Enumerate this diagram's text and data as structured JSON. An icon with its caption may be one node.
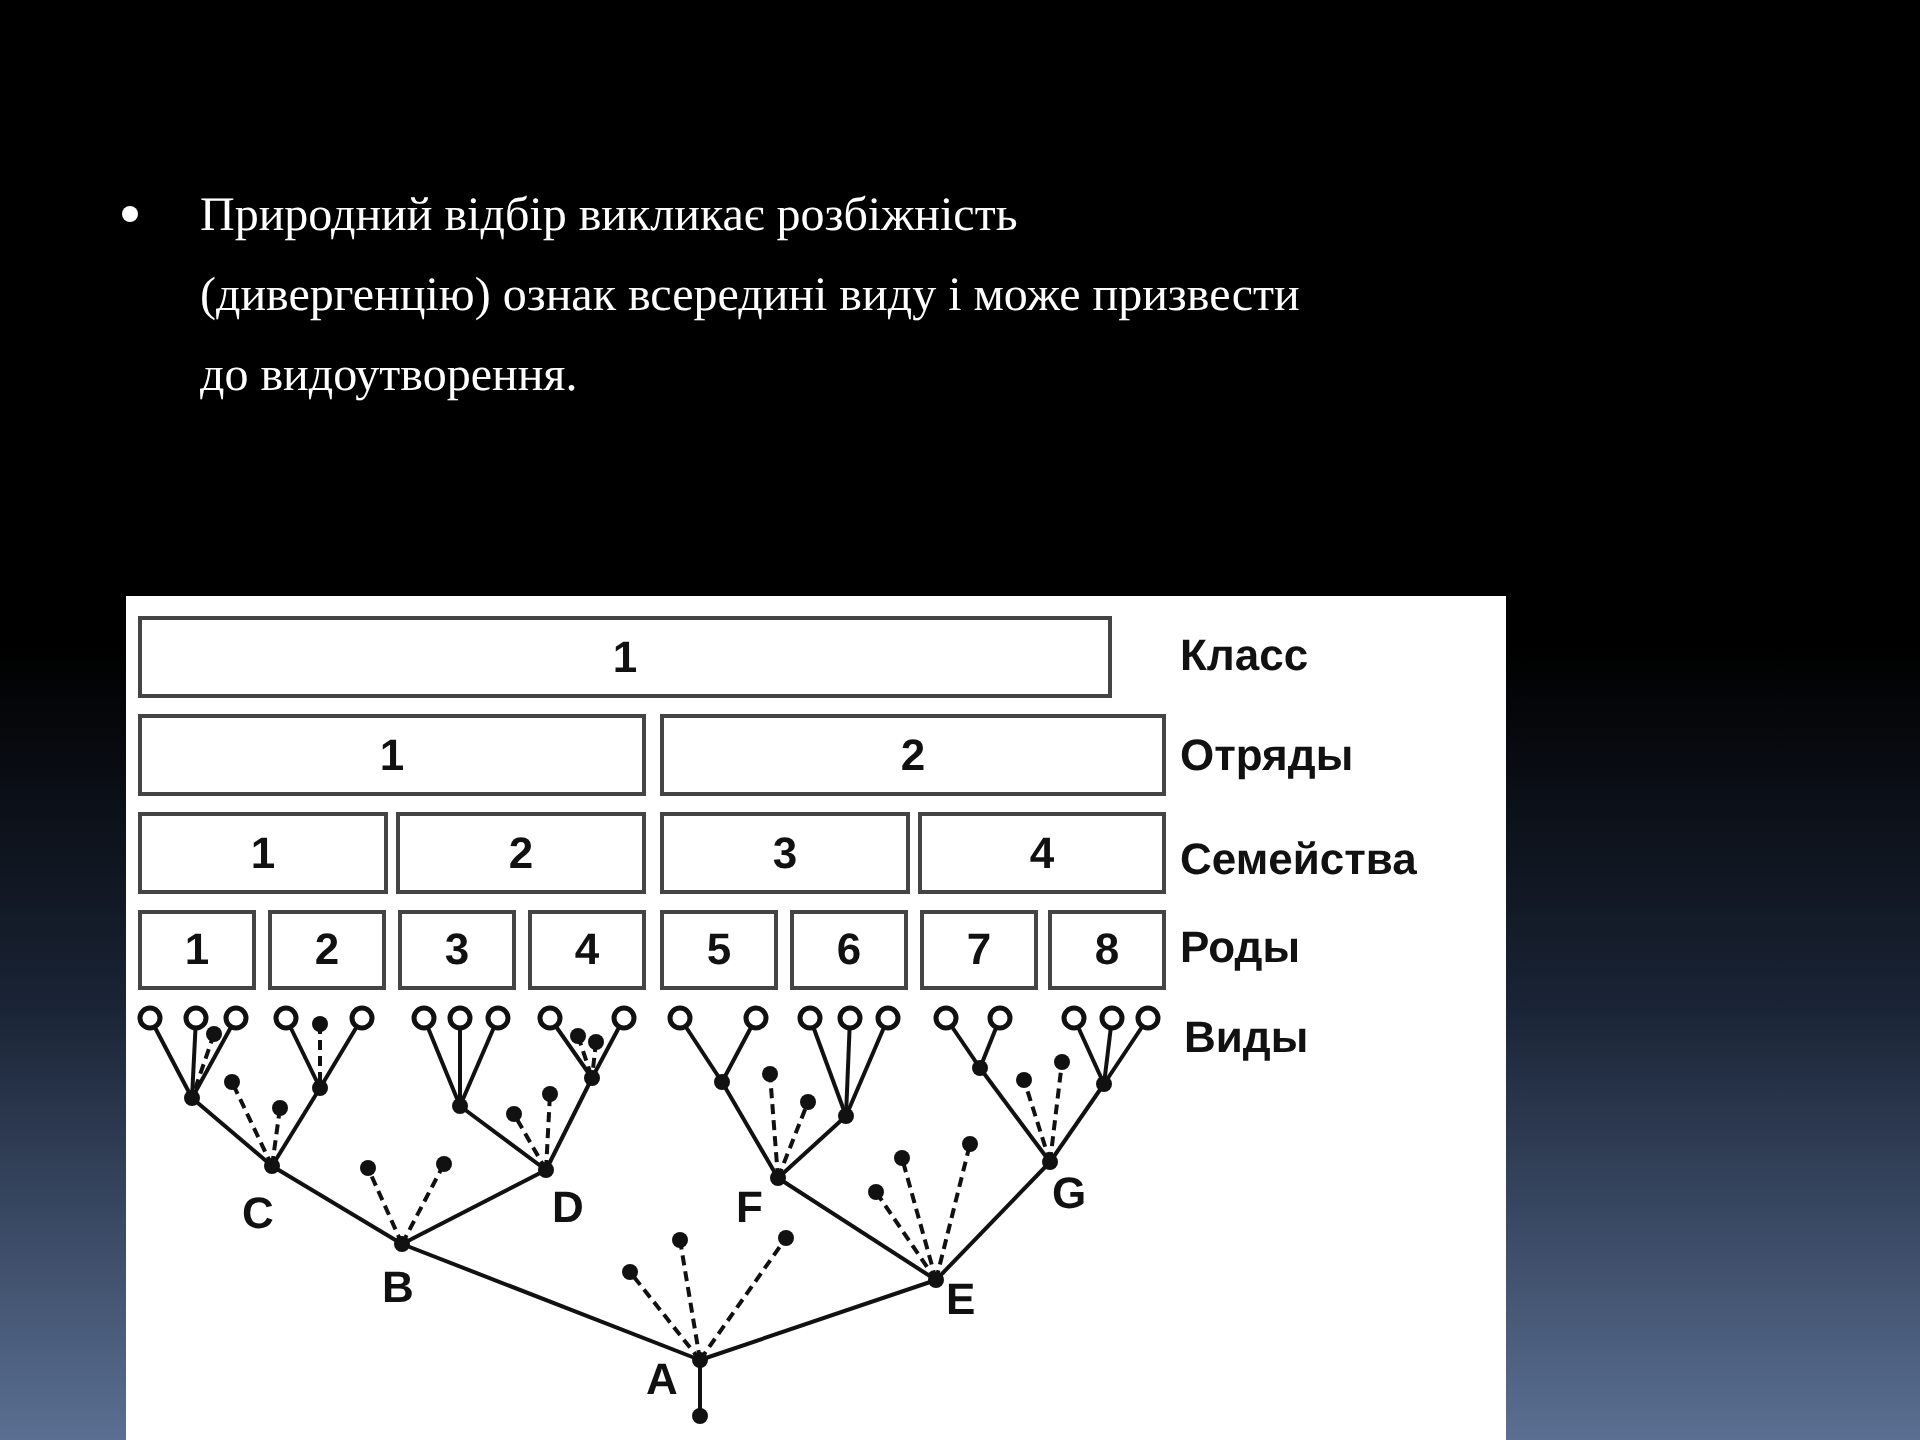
{
  "diagram": {
    "title": "Природний відбір викликає розбіжність (дивергенцію) ознак всередині виду і може призвести до видоутворення.",
    "nodes": [
      {
        "text": [
          "1"
        ]
      },
      {
        "text": [
          "1"
        ]
      },
      {
        "text": [
          "2"
        ]
      },
      {
        "text": [
          "1"
        ]
      },
      {
        "text": [
          "2"
        ]
      },
      {
        "text": [
          "3"
        ]
      },
      {
        "text": [
          "4"
        ]
      },
      {
        "text": [
          "1"
        ]
      },
      {
        "text": [
          "2"
        ]
      },
      {
        "text": [
          "3"
        ]
      },
      {
        "text": [
          "4"
        ]
      },
      {
        "text": [
          "5"
        ]
      },
      {
        "text": [
          "6"
        ]
      },
      {
        "text": [
          "7"
        ]
      },
      {
        "text": [
          "8"
        ]
      }
    ],
    "labels": [
      "Класс",
      "Отряды",
      "Семейства",
      "Роды",
      "Виды",
      "C",
      "D",
      "F",
      "G",
      "B",
      "E",
      "A"
    ]
  }
}
